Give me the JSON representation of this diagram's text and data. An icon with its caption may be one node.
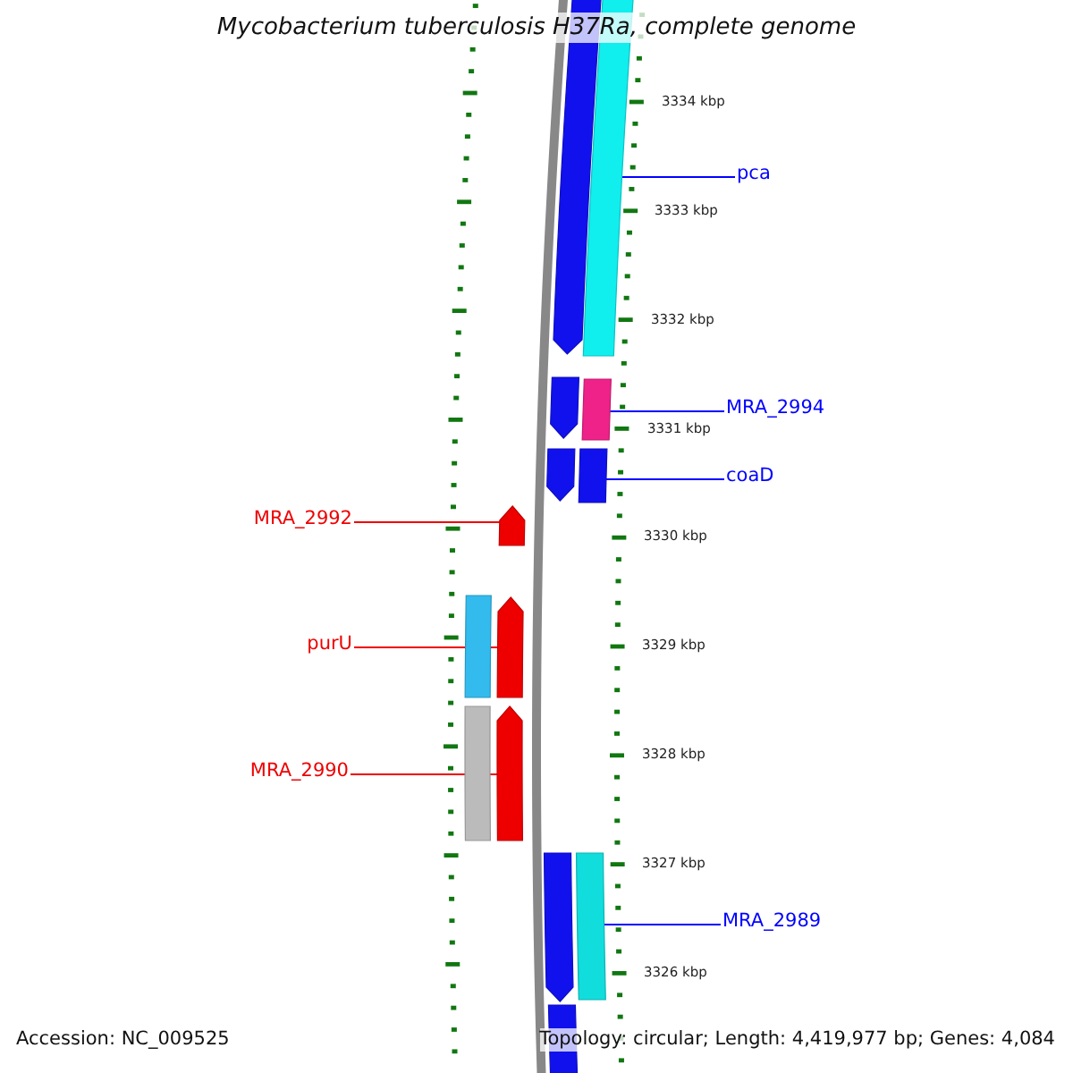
{
  "diagram": {
    "title": "Mycobacterium tuberculosis H37Ra, complete genome",
    "nodes": [
      {
        "text": [
          "pca"
        ]
      },
      {
        "text": [],
        "shape": "bar"
      },
      {
        "text": [
          "MRA_2994"
        ]
      },
      {
        "text": [],
        "shape": "bar"
      },
      {
        "text": [
          "coaD"
        ]
      },
      {
        "text": [],
        "shape": "bar"
      },
      {
        "text": [
          "MRA_2992"
        ]
      },
      {
        "text": [],
        "shape": "arrow"
      },
      {
        "text": [
          "purU"
        ]
      },
      {
        "text": [],
        "shape": "arrow"
      },
      {
        "text": [
          "MRA_2990"
        ]
      },
      {
        "text": [],
        "shape": "arrow"
      },
      {
        "text": [
          "MRA_2989"
        ]
      },
      {
        "text": [],
        "shape": "bar"
      },
      {
        "text": [],
        "shape": "arrow"
      },
      {
        "text": [],
        "shape": "arrow"
      },
      {
        "text": [],
        "shape": "arrow"
      },
      {
        "text": [],
        "shape": "bar"
      },
      {
        "text": [],
        "shape": "bar"
      },
      {
        "text": [],
        "shape": "arrow"
      },
      {
        "text": [],
        "shape": "bar"
      }
    ],
    "edges": [
      {
        "from": 0,
        "to": 1,
        "arrow": "none",
        "color": "#0000ff"
      },
      {
        "from": 2,
        "to": 3,
        "arrow": "none",
        "color": "#0000ff"
      },
      {
        "from": 4,
        "to": 5,
        "arrow": "none",
        "color": "#0000ff"
      },
      {
        "from": 6,
        "to": 7,
        "arrow": "none",
        "color": "#ee0000"
      },
      {
        "from": 8,
        "to": 9,
        "arrow": "none",
        "color": "#ee0000"
      },
      {
        "from": 10,
        "to": 11,
        "arrow": "none",
        "color": "#ee0000"
      },
      {
        "from": 12,
        "to": 13,
        "arrow": "none",
        "color": "#0000ff"
      }
    ],
    "labels": [
      "3334 kbp",
      "3333 kbp",
      "3332 kbp",
      "3331 kbp",
      "3330 kbp",
      "3329 kbp",
      "3328 kbp",
      "3327 kbp",
      "3326 kbp",
      "Accession: NC_009525",
      "Topology: circular; Length: 4,419,977 bp; Genes: 4,084"
    ]
  }
}
